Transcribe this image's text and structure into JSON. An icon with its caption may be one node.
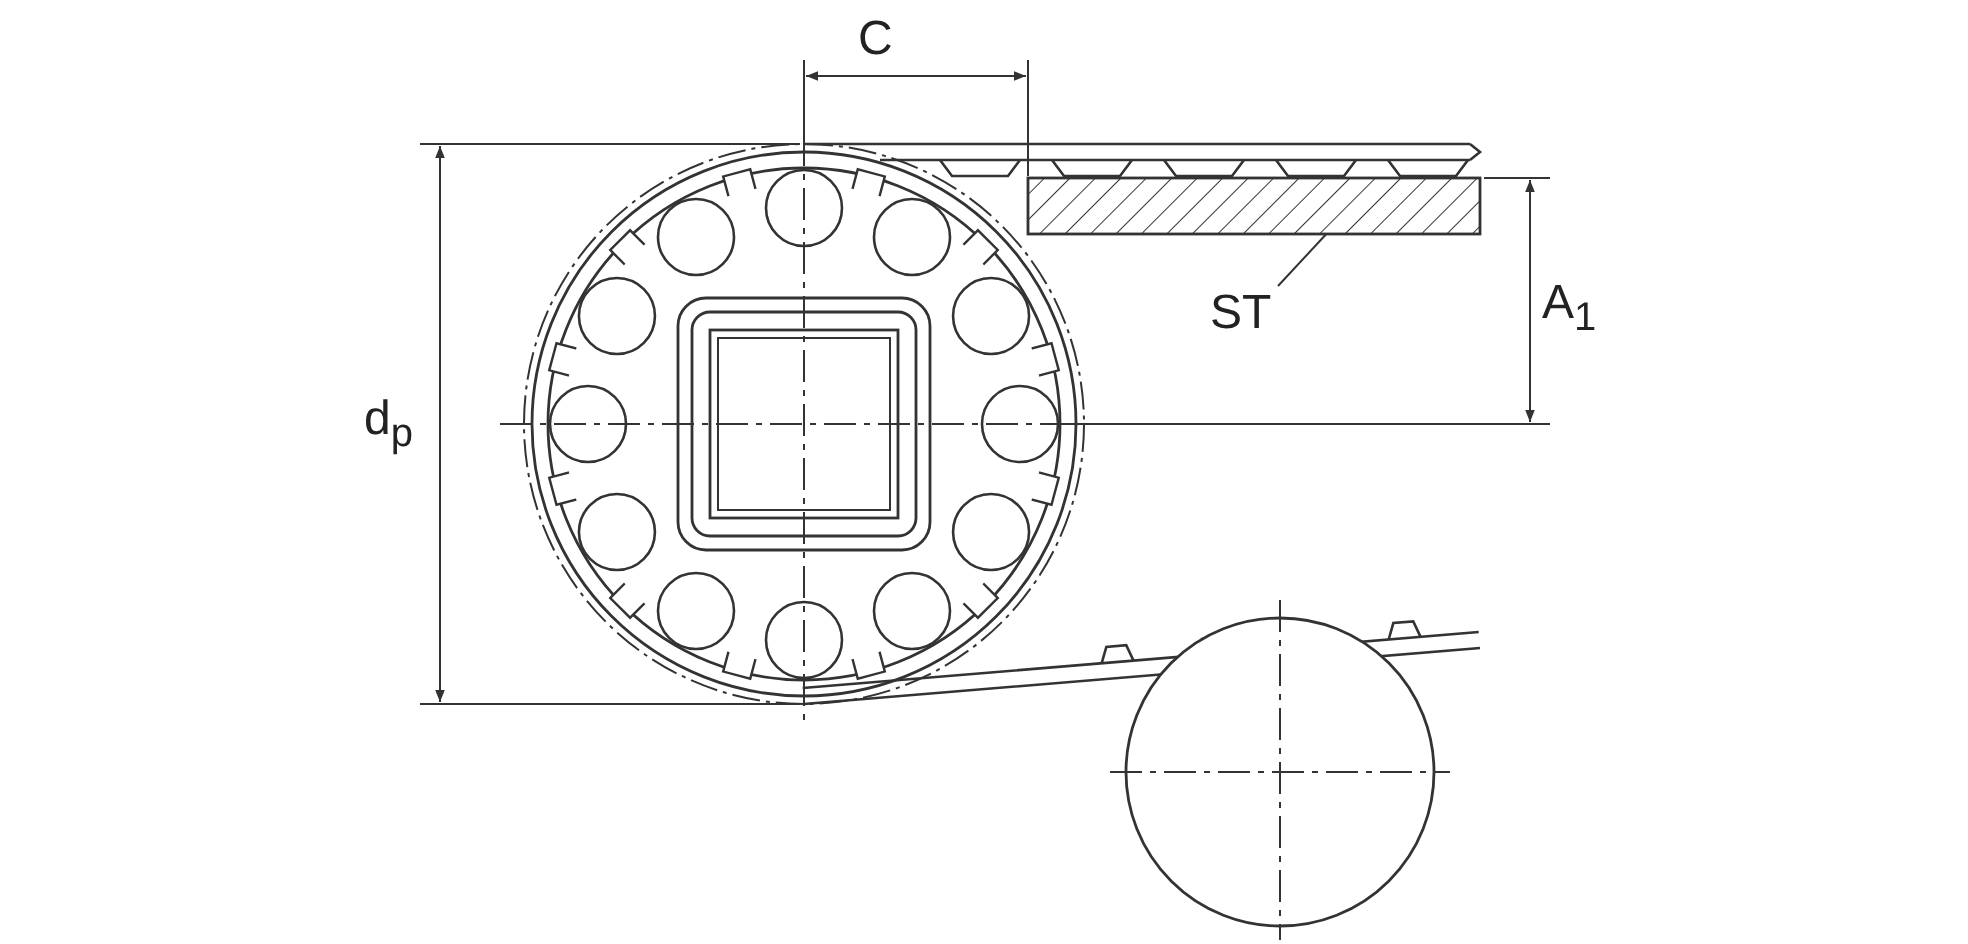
{
  "diagram": {
    "nodes": [
      {
        "text": [
          "ST"
        ]
      },
      {
        "text": [],
        "shape": "box"
      }
    ],
    "edges": [
      {
        "from": 0,
        "to": 1,
        "arrow": "none"
      }
    ],
    "labels": [
      "C",
      "d$_{p}$",
      "A$_{1}$"
    ]
  }
}
